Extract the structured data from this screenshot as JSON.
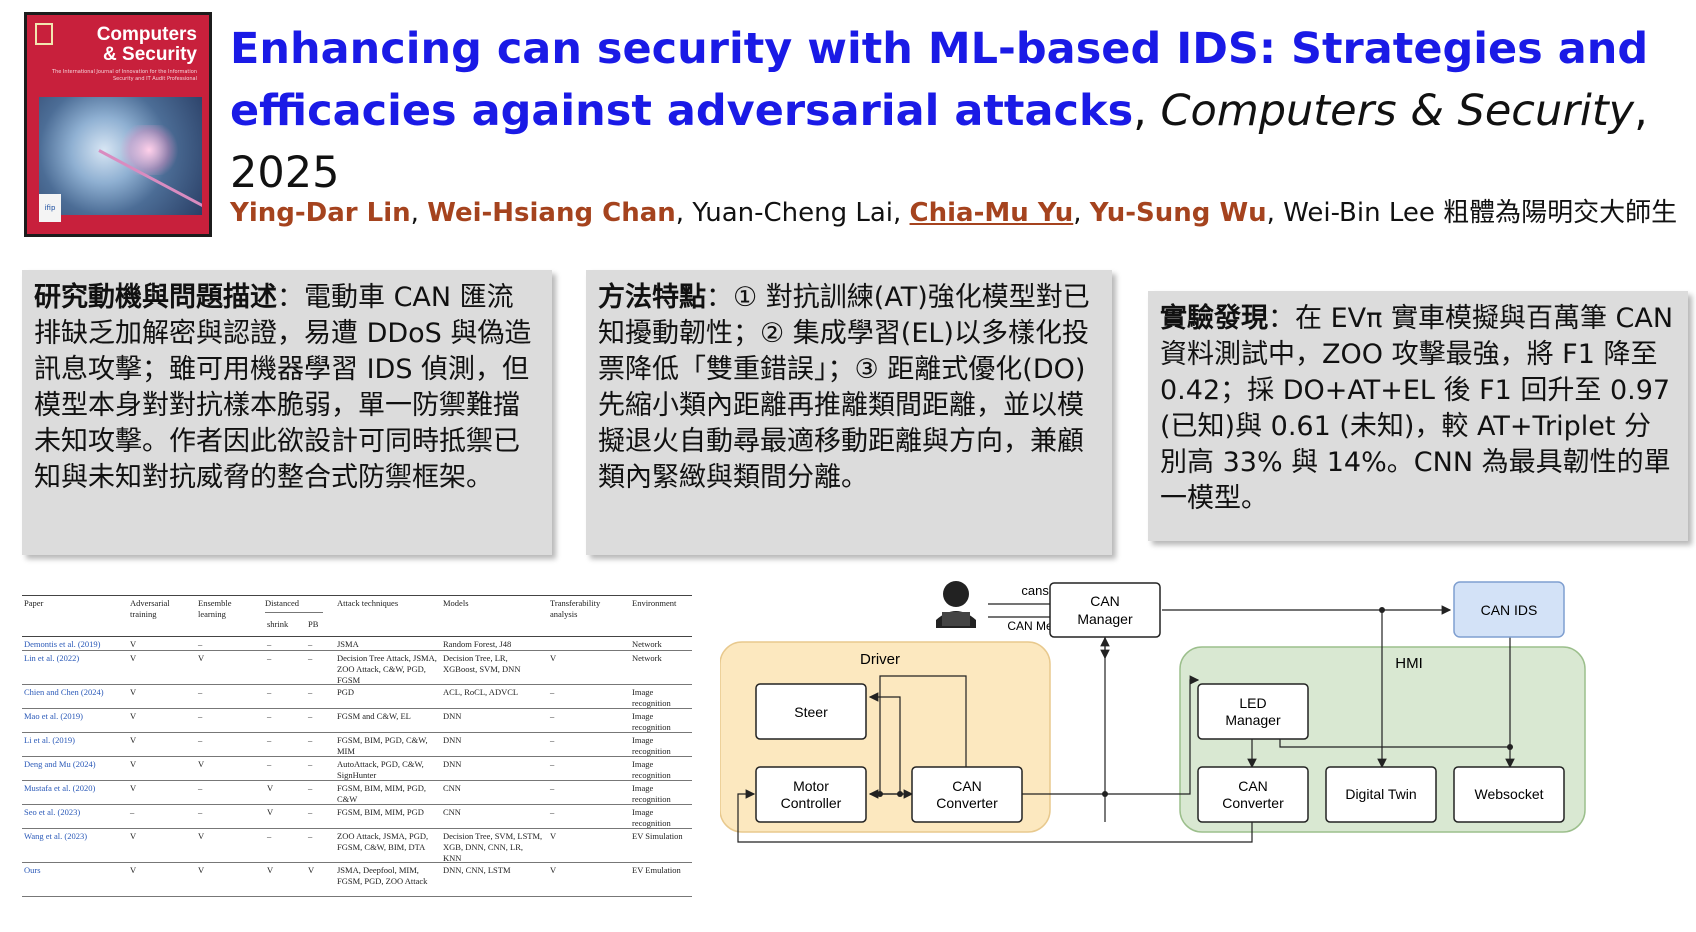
{
  "cover": {
    "journal_line1": "Computers",
    "journal_line2": "& Security",
    "subtitle": "The International Journal of Innovation for the Information Security and IT Audit Professional",
    "badge": "ifip"
  },
  "title": {
    "main_line1": "Enhancing can security with ML-based IDS: Strategies and",
    "main_line2": "efficacies against adversarial attacks",
    "sep1": ", ",
    "journal": "Computers & Security",
    "sep2": ", ",
    "year": "2025"
  },
  "authors": {
    "a1": "Ying-Dar Lin",
    "a2": "Wei-Hsiang Chan",
    "a3": "Yuan-Cheng Lai",
    "a4": "Chia-Mu Yu",
    "a5": "Yu-Sung Wu",
    "a6": "Wei-Bin Lee",
    "note": "粗體為陽明交大師生",
    "sep": ", "
  },
  "box1": {
    "heading": "研究動機與問題描述",
    "colon": "：",
    "body": "電動車 CAN 匯流排缺乏加解密與認證，易遭 DDoS 與偽造訊息攻擊；雖可用機器學習 IDS 偵測，但模型本身對對抗樣本脆弱，單一防禦難擋未知攻擊。作者因此欲設計可同時抵禦已知與未知對抗威脅的整合式防禦框架。"
  },
  "box2": {
    "heading": "方法特點",
    "colon": "：",
    "body": "① 對抗訓練(AT)強化模型對已知擾動韌性；② 集成學習(EL)以多樣化投票降低「雙重錯誤」；③ 距離式優化(DO)先縮小類內距離再推離類間距離，並以模擬退火自動尋最適移動距離與方向，兼顧類內緊緻與類間分離。"
  },
  "box3": {
    "heading": "實驗發現",
    "colon": "：",
    "body": "在 EVπ 實車模擬與百萬筆 CAN 資料測試中，ZOO 攻擊最強，將 F1 降至 0.42；採 DO+AT+EL 後 F1 回升至 0.97 (已知)與 0.61 (未知)，較 AT+Triplet 分別高 33% 與 14%。CNN 為最具韌性的單一模型。"
  },
  "table": {
    "headers": {
      "paper": "Paper",
      "adv": "Adversarial training",
      "ens": "Ensemble learning",
      "dist": "Distanced",
      "shrink": "shrink",
      "pb": "PB",
      "attack": "Attack techniques",
      "models": "Models",
      "transfer": "Transferability analysis",
      "env": "Environment"
    },
    "rows": [
      {
        "paper": "Demontis et al. (2019)",
        "adv": "V",
        "ens": "–",
        "shrink": "–",
        "pb": "–",
        "attack": "JSMA",
        "models": "Random Forest, J48",
        "transfer": "",
        "env": "Network"
      },
      {
        "paper": "Lin et al. (2022)",
        "adv": "V",
        "ens": "V",
        "shrink": "–",
        "pb": "–",
        "attack": "Decision Tree Attack, JSMA, ZOO Attack, C&W, PGD, FGSM",
        "models": "Decision Tree, LR, XGBoost, SVM, DNN",
        "transfer": "V",
        "env": "Network"
      },
      {
        "paper": "Chien and Chen (2024)",
        "adv": "V",
        "ens": "–",
        "shrink": "–",
        "pb": "–",
        "attack": "PGD",
        "models": "ACL, RoCL, ADVCL",
        "transfer": "–",
        "env": "Image recognition"
      },
      {
        "paper": "Mao et al. (2019)",
        "adv": "V",
        "ens": "–",
        "shrink": "–",
        "pb": "–",
        "attack": "FGSM and C&W, EL",
        "models": "DNN",
        "transfer": "–",
        "env": "Image recognition"
      },
      {
        "paper": "Li et al. (2019)",
        "adv": "V",
        "ens": "–",
        "shrink": "–",
        "pb": "–",
        "attack": "FGSM, BIM, PGD, C&W, MIM",
        "models": "DNN",
        "transfer": "–",
        "env": "Image recognition"
      },
      {
        "paper": "Deng and Mu (2024)",
        "adv": "V",
        "ens": "V",
        "shrink": "–",
        "pb": "–",
        "attack": "AutoAttack, PGD, C&W, SignHunter",
        "models": "DNN",
        "transfer": "–",
        "env": "Image recognition"
      },
      {
        "paper": "Mustafa et al. (2020)",
        "adv": "V",
        "ens": "–",
        "shrink": "V",
        "pb": "–",
        "attack": "FGSM, BIM, MIM, PGD, C&W",
        "models": "CNN",
        "transfer": "–",
        "env": "Image recognition"
      },
      {
        "paper": "Seo et al. (2023)",
        "adv": "–",
        "ens": "–",
        "shrink": "V",
        "pb": "–",
        "attack": "FGSM, BIM, MIM, PGD",
        "models": "CNN",
        "transfer": "–",
        "env": "Image recognition"
      },
      {
        "paper": "Wang et al. (2023)",
        "adv": "V",
        "ens": "V",
        "shrink": "–",
        "pb": "–",
        "attack": "ZOO Attack, JSMA, PGD, FGSM, C&W, BIM, DTA",
        "models": "Decision Tree, SVM, LSTM, XGB, DNN, CNN, LR, KNN",
        "transfer": "V",
        "env": "EV Simulation"
      },
      {
        "paper": "Ours",
        "adv": "V",
        "ens": "V",
        "shrink": "V",
        "pb": "V",
        "attack": "JSMA, Deepfool, MIM, FGSM, PGD, ZOO Attack",
        "models": "DNN, CNN, LSTM",
        "transfer": "V",
        "env": "EV Emulation"
      }
    ]
  },
  "diagram": {
    "cansend": "cansend",
    "can_message": "CAN Message",
    "can_manager_1": "CAN",
    "can_manager_2": "Manager",
    "can_ids": "CAN IDS",
    "driver": "Driver",
    "hmi": "HMI",
    "steer": "Steer",
    "motor_1": "Motor",
    "motor_2": "Controller",
    "conv_1": "CAN",
    "conv_2": "Converter",
    "led_1": "LED",
    "led_2": "Manager",
    "hconv_1": "CAN",
    "hconv_2": "Converter",
    "twin": "Digital Twin",
    "websocket": "Websocket"
  }
}
